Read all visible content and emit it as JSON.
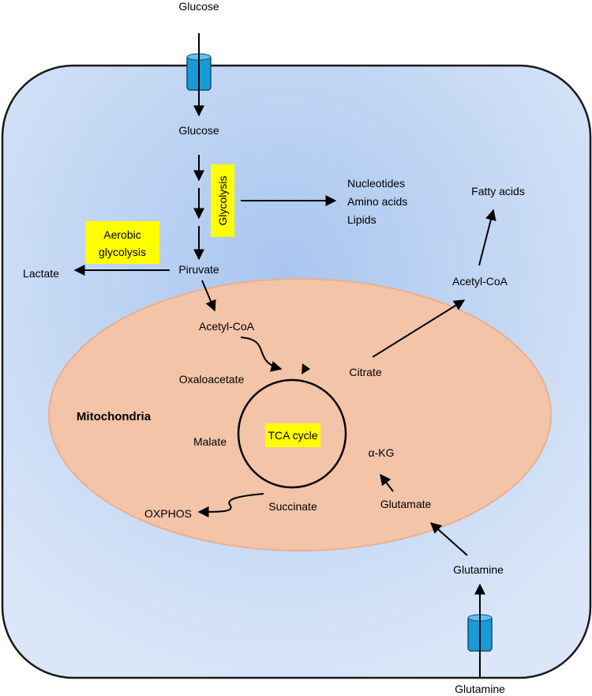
{
  "colors": {
    "cell_fill_center": "#a9c6ef",
    "cell_fill_edge": "#dbe7f8",
    "cell_stroke": "#1a1a1a",
    "mito_fill": "#f3c4a8",
    "mito_stroke": "#e9b08f",
    "highlight": "#ffff00",
    "transporter": "#1a9ad6",
    "arrow": "#000000"
  },
  "labels": {
    "glucose_outside": "Glucose",
    "glucose_inside": "Glucose",
    "glycolysis": "Glycolysis",
    "nucleotides": "Nucleotides",
    "amino_acids": "Amino acids",
    "lipids": "Lipids",
    "fatty_acids": "Fatty acids",
    "aerobic_line1": "Aerobic",
    "aerobic_line2": "glycolysis",
    "lactate": "Lactate",
    "pyruvate": "Piruvate",
    "acetylcoa_cyto": "Acetyl-CoA",
    "acetylcoa_mito": "Acetyl-CoA",
    "oxaloacetate": "Oxaloacetate",
    "citrate": "Citrate",
    "mitochondria": "Mitochondria",
    "tca_cycle": "TCA cycle",
    "malate": "Malate",
    "akg": "α-KG",
    "oxphos": "OXPHOS",
    "succinate": "Succinate",
    "glutamate": "Glutamate",
    "glutamine_inside": "Glutamine",
    "glutamine_outside": "Glutamine"
  },
  "icons": {
    "transporter_top": "channel-icon",
    "transporter_bottom": "channel-icon"
  }
}
